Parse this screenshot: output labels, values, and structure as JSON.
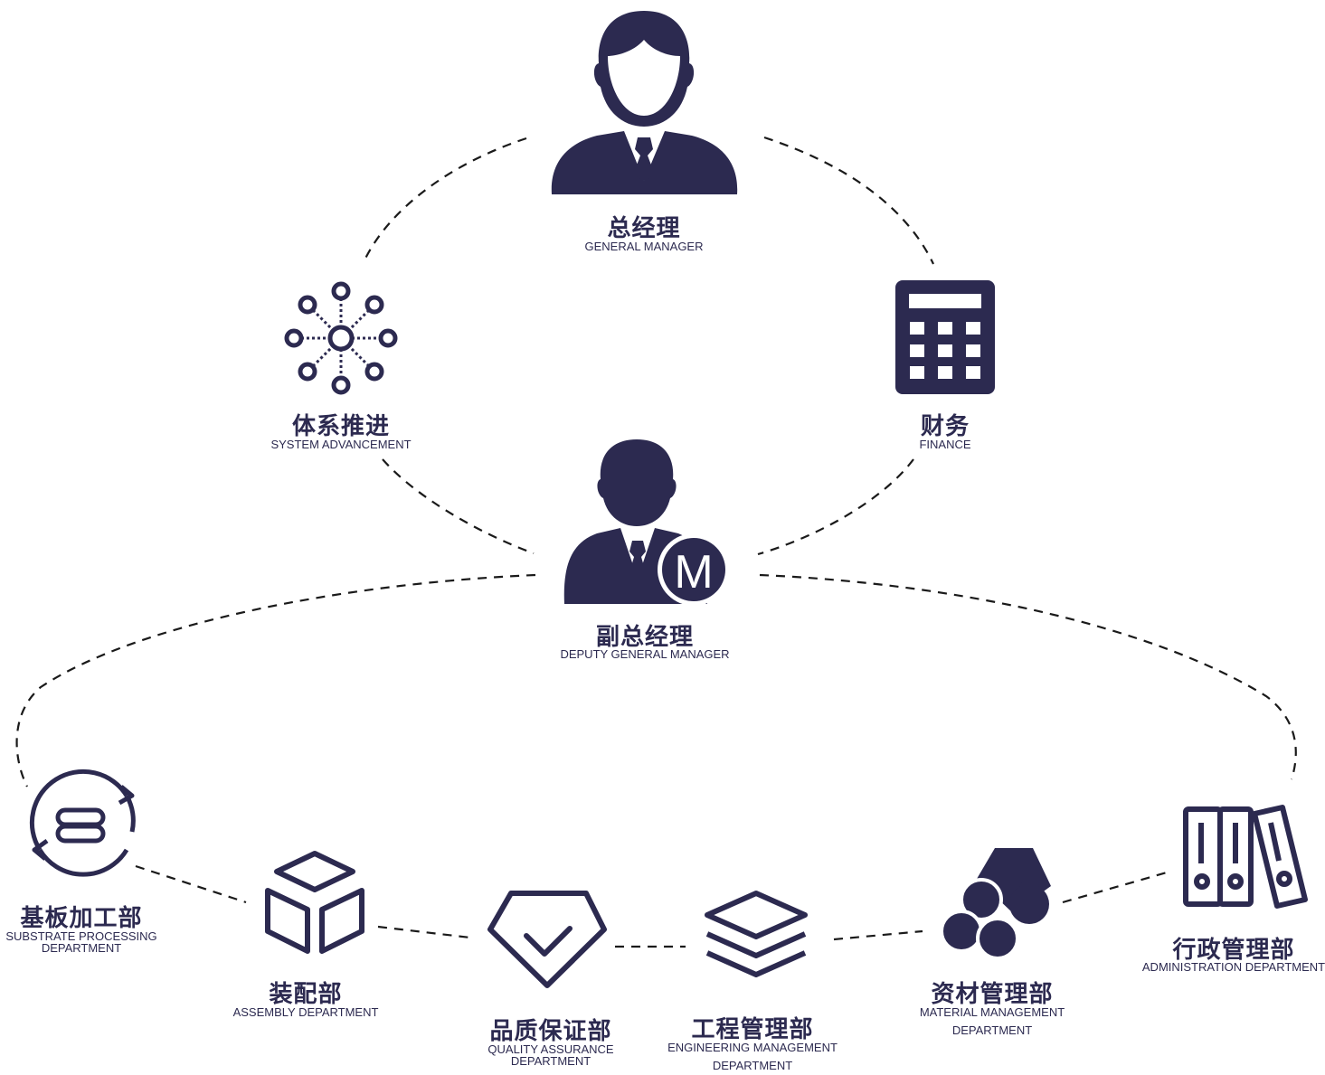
{
  "colors": {
    "ink": "#2c2a50",
    "line": "#1a1a1a",
    "background": "#ffffff"
  },
  "nodes": {
    "general_manager": {
      "zh": "总经理",
      "en": "GENERAL MANAGER",
      "icon": "businessman-icon"
    },
    "system_advancement": {
      "zh": "体系推进",
      "en": "SYSTEM ADVANCEMENT",
      "icon": "network-nodes-icon"
    },
    "finance": {
      "zh": "财务",
      "en": "FINANCE",
      "icon": "calculator-icon"
    },
    "deputy_general_manager": {
      "zh": "副总经理",
      "en": "DEPUTY GENERAL MANAGER",
      "icon": "manager-badge-icon",
      "badge": "M"
    },
    "substrate_processing": {
      "zh": "基板加工部",
      "en_1": "SUBSTRATE PROCESSING",
      "en_2": "DEPARTMENT",
      "icon": "cycle-processing-icon"
    },
    "assembly": {
      "zh": "装配部",
      "en": "ASSEMBLY DEPARTMENT",
      "icon": "cube-icon"
    },
    "quality_assurance": {
      "zh": "品质保证部",
      "en_1": "QUALITY ASSURANCE",
      "en_2": "DEPARTMENT",
      "icon": "diamond-check-icon"
    },
    "engineering_management": {
      "zh": "工程管理部",
      "en_1": "ENGINEERING MANAGEMENT",
      "en_2": "DEPARTMENT",
      "icon": "layers-icon"
    },
    "material_management": {
      "zh": "资材管理部",
      "en_1": "MATERIAL MANAGEMENT",
      "en_2": "DEPARTMENT",
      "icon": "pipes-icon"
    },
    "administration": {
      "zh": "行政管理部",
      "en": "ADMINISTRATION DEPARTMENT",
      "icon": "binders-icon"
    }
  }
}
